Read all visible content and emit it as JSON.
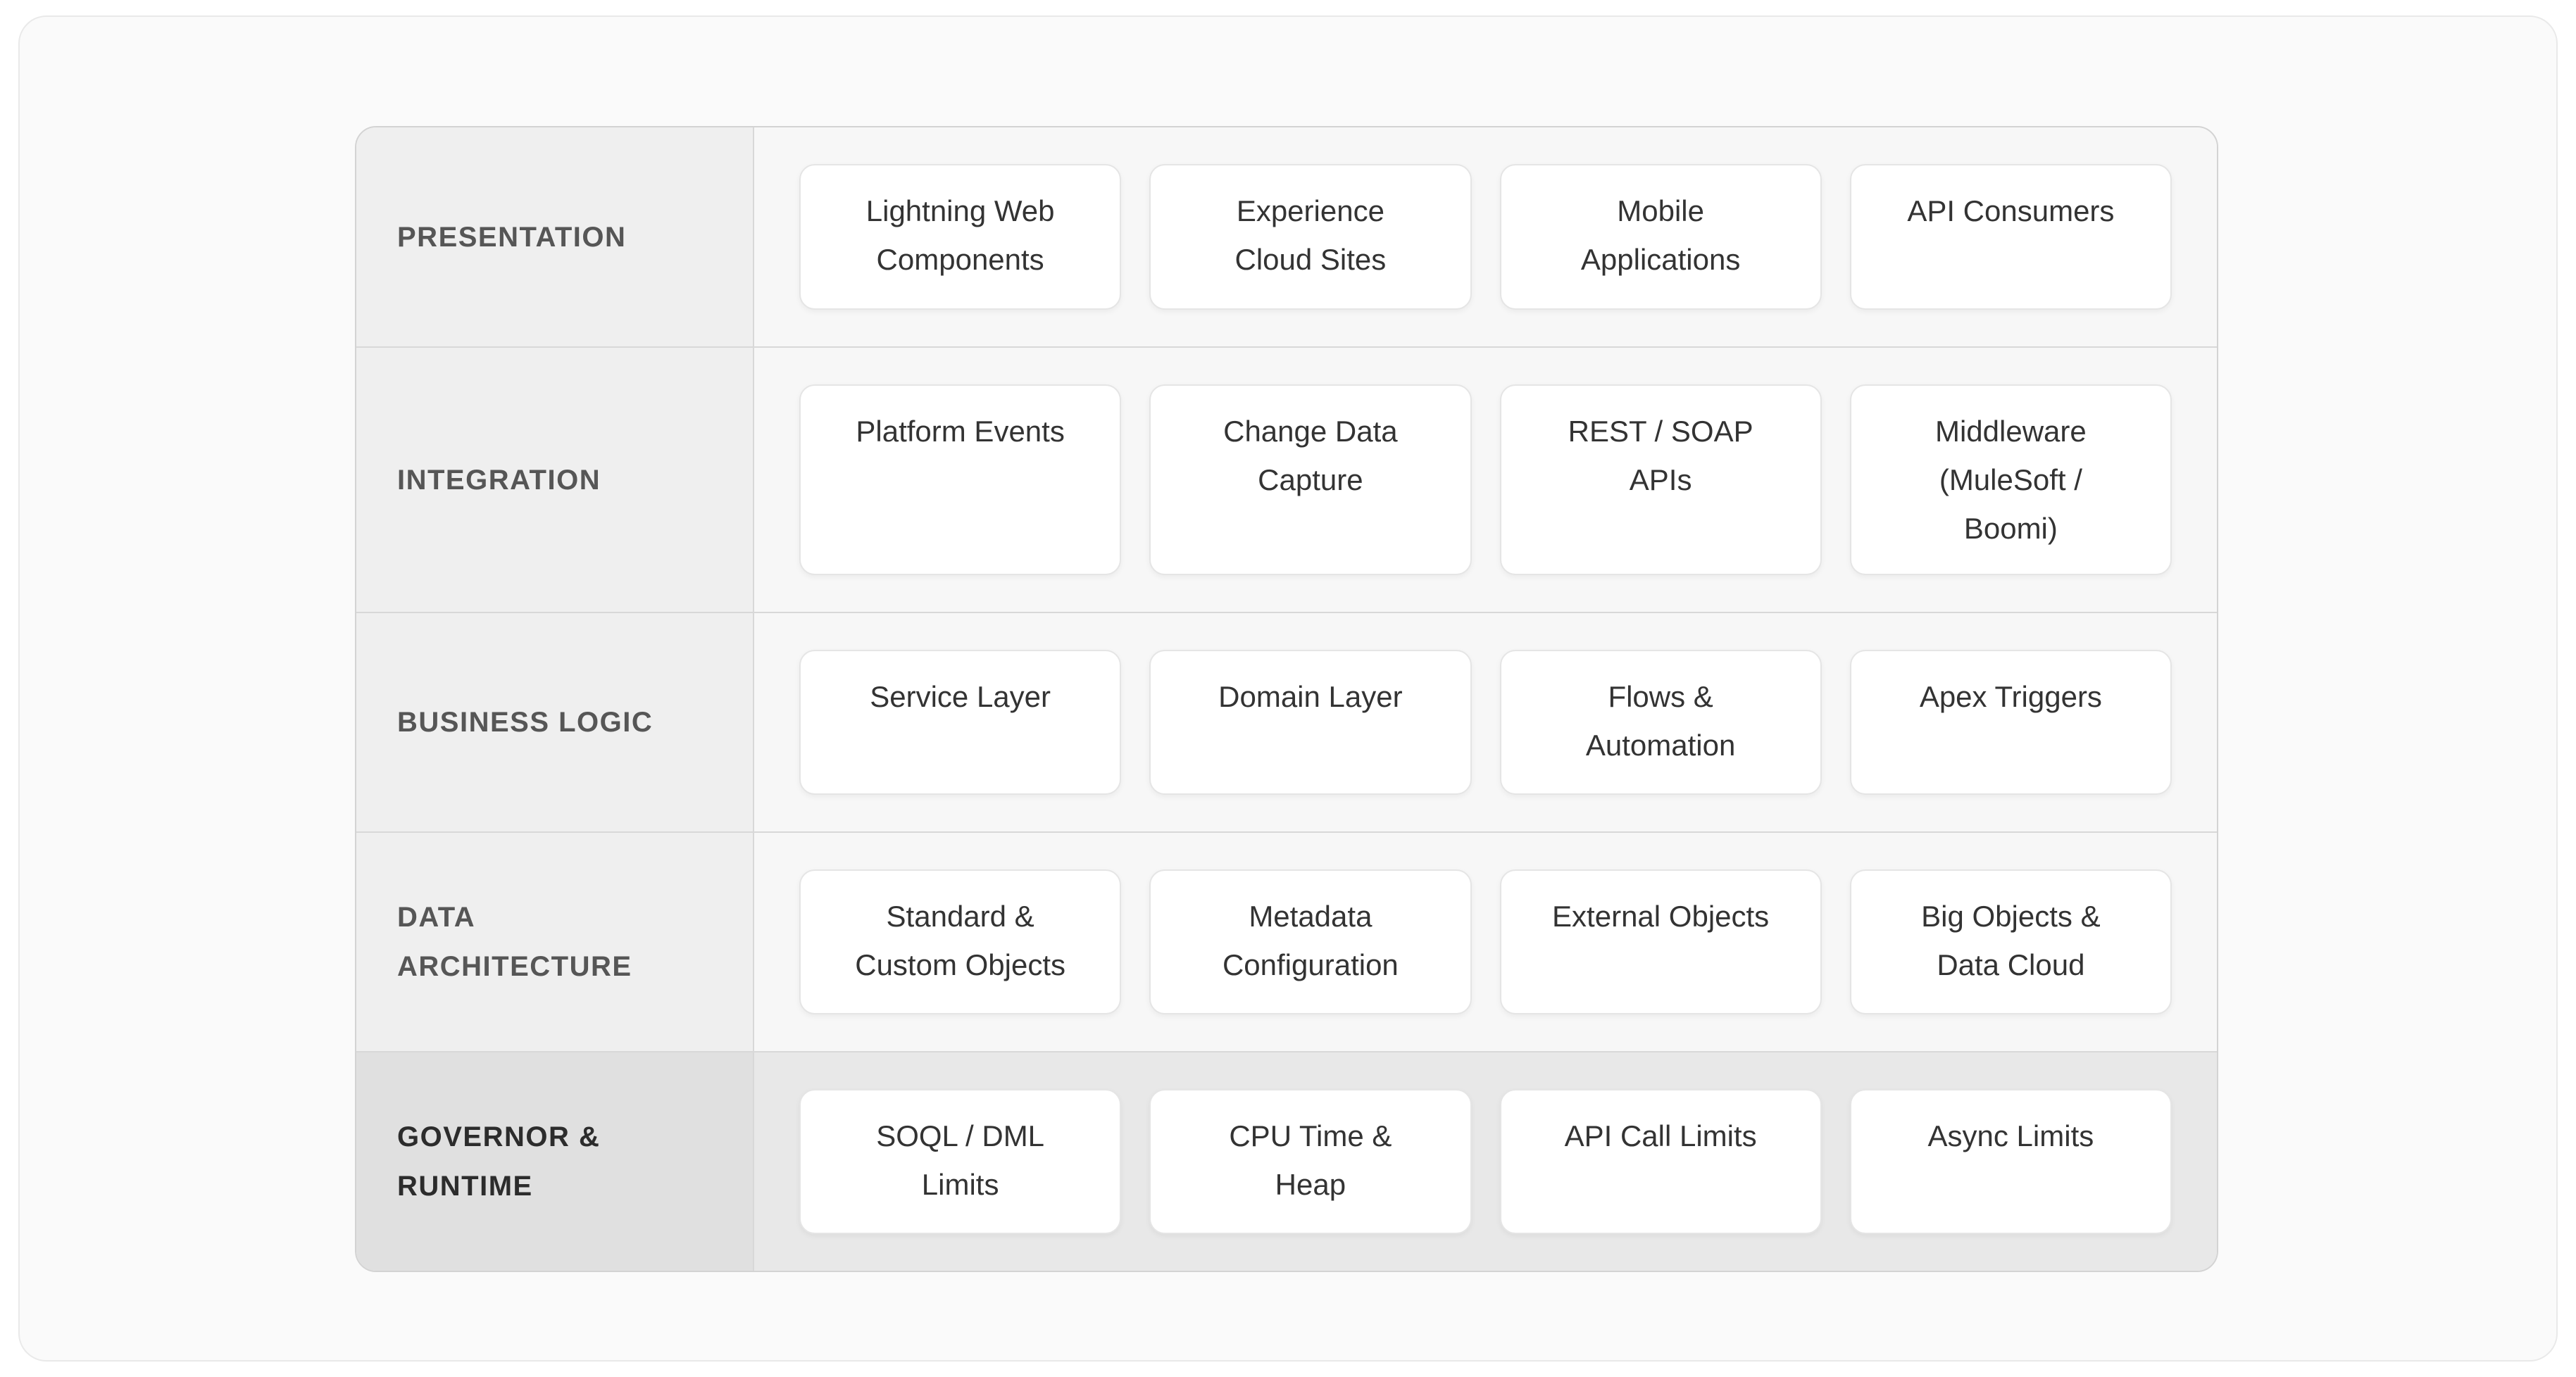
{
  "colors": {
    "page_bg": "#ffffff",
    "panel_bg": "#fafafa",
    "label_column_bg": "#efefef",
    "content_bg": "#f7f7f7",
    "highlight_label_bg": "#e0e0e0",
    "highlight_content_bg": "#e8e8e8",
    "card_bg": "#ffffff",
    "table_border": "#d3d3d3",
    "label_text": "#565656",
    "highlight_label_text": "#2c2c2c",
    "card_text": "#333333"
  },
  "diagram": {
    "layers": [
      {
        "label": "PRESENTATION",
        "highlighted": false,
        "cards": [
          "Lightning Web Components",
          "Experience Cloud Sites",
          "Mobile Applications",
          "API Consumers"
        ]
      },
      {
        "label": "INTEGRATION",
        "highlighted": false,
        "cards": [
          "Platform Events",
          "Change Data Capture",
          "REST / SOAP APIs",
          "Middleware (MuleSoft / Boomi)"
        ]
      },
      {
        "label": "BUSINESS LOGIC",
        "highlighted": false,
        "cards": [
          "Service Layer",
          "Domain Layer",
          "Flows & Automation",
          "Apex Triggers"
        ]
      },
      {
        "label": "DATA ARCHITECTURE",
        "highlighted": false,
        "cards": [
          "Standard & Custom Objects",
          "Metadata Configuration",
          "External Objects",
          "Big Objects & Data Cloud"
        ]
      },
      {
        "label": "GOVERNOR & RUNTIME",
        "highlighted": true,
        "cards": [
          "SOQL / DML Limits",
          "CPU Time & Heap",
          "API Call Limits",
          "Async Limits"
        ]
      }
    ]
  }
}
